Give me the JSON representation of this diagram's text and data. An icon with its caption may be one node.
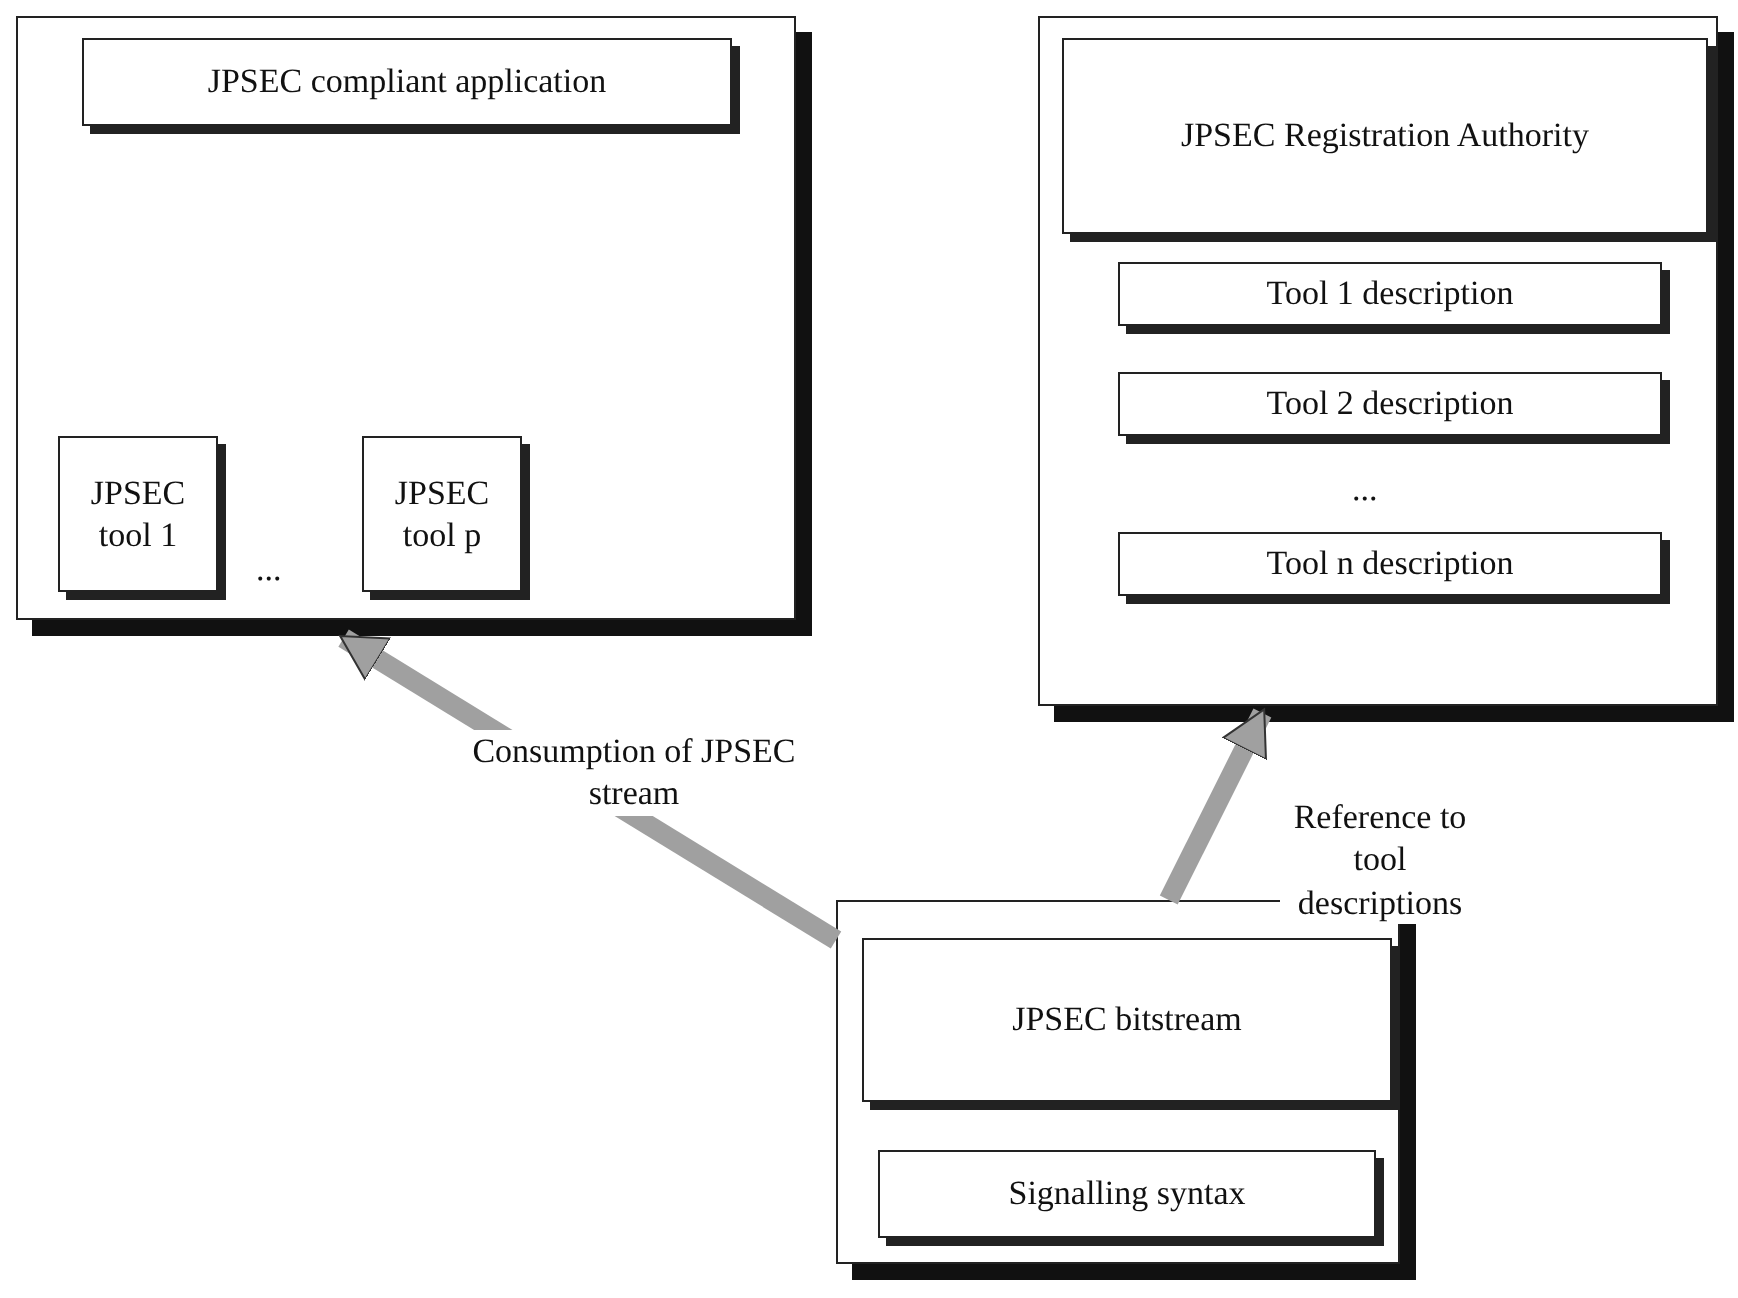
{
  "diagram": {
    "nodes": [
      {
        "text": [],
        "shape": "box"
      },
      {
        "text": [
          "JPSEC compliant application"
        ],
        "in": 0
      },
      {
        "text": [
          "JPSEC tool 1"
        ],
        "in": 0
      },
      {
        "text": [
          "JPSEC tool p"
        ],
        "in": 0
      },
      {
        "text": [],
        "shape": "box"
      },
      {
        "text": [
          "JPSEC Registration Authority"
        ],
        "in": 4
      },
      {
        "text": [
          "Tool 1 description"
        ],
        "in": 4
      },
      {
        "text": [
          "Tool 2 description"
        ],
        "in": 4
      },
      {
        "text": [
          "Tool n description"
        ],
        "in": 4
      },
      {
        "text": [],
        "shape": "box"
      },
      {
        "text": [
          "JPSEC bitstream"
        ],
        "in": 9
      },
      {
        "text": [
          "Signalling syntax"
        ],
        "in": 9
      }
    ],
    "edges": [
      {
        "from": 9,
        "to": 0,
        "arrow": "to",
        "label": "Consumption of JPSEC stream"
      },
      {
        "from": 9,
        "to": 4,
        "arrow": "to",
        "label": "Reference to tool descriptions"
      }
    ],
    "labels": [
      "...",
      "..."
    ]
  }
}
